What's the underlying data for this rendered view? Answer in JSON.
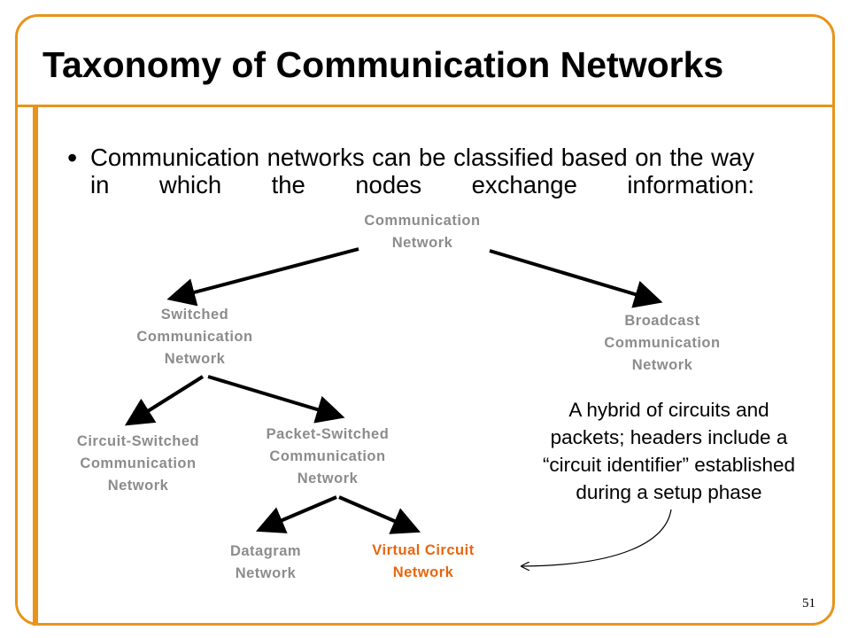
{
  "slide": {
    "title": "Taxonomy of Communication Networks",
    "bullet": "Communication networks can be classified based on the way in which the nodes exchange information:",
    "page_number": "51",
    "accent_color": "#E8941A"
  },
  "tree": {
    "root": "Communication\nNetwork",
    "switched": "Switched\nCommunication\nNetwork",
    "broadcast": "Broadcast\nCommunication\nNetwork",
    "circuit_switched": "Circuit-Switched\nCommunication\nNetwork",
    "packet_switched": "Packet-Switched\nCommunication\nNetwork",
    "datagram": "Datagram\nNetwork",
    "virtual_circuit": "Virtual Circuit\nNetwork"
  },
  "annotation": {
    "text": "A hybrid of circuits and\npackets; headers include a\n“circuit identifier” established\nduring a setup phase"
  }
}
